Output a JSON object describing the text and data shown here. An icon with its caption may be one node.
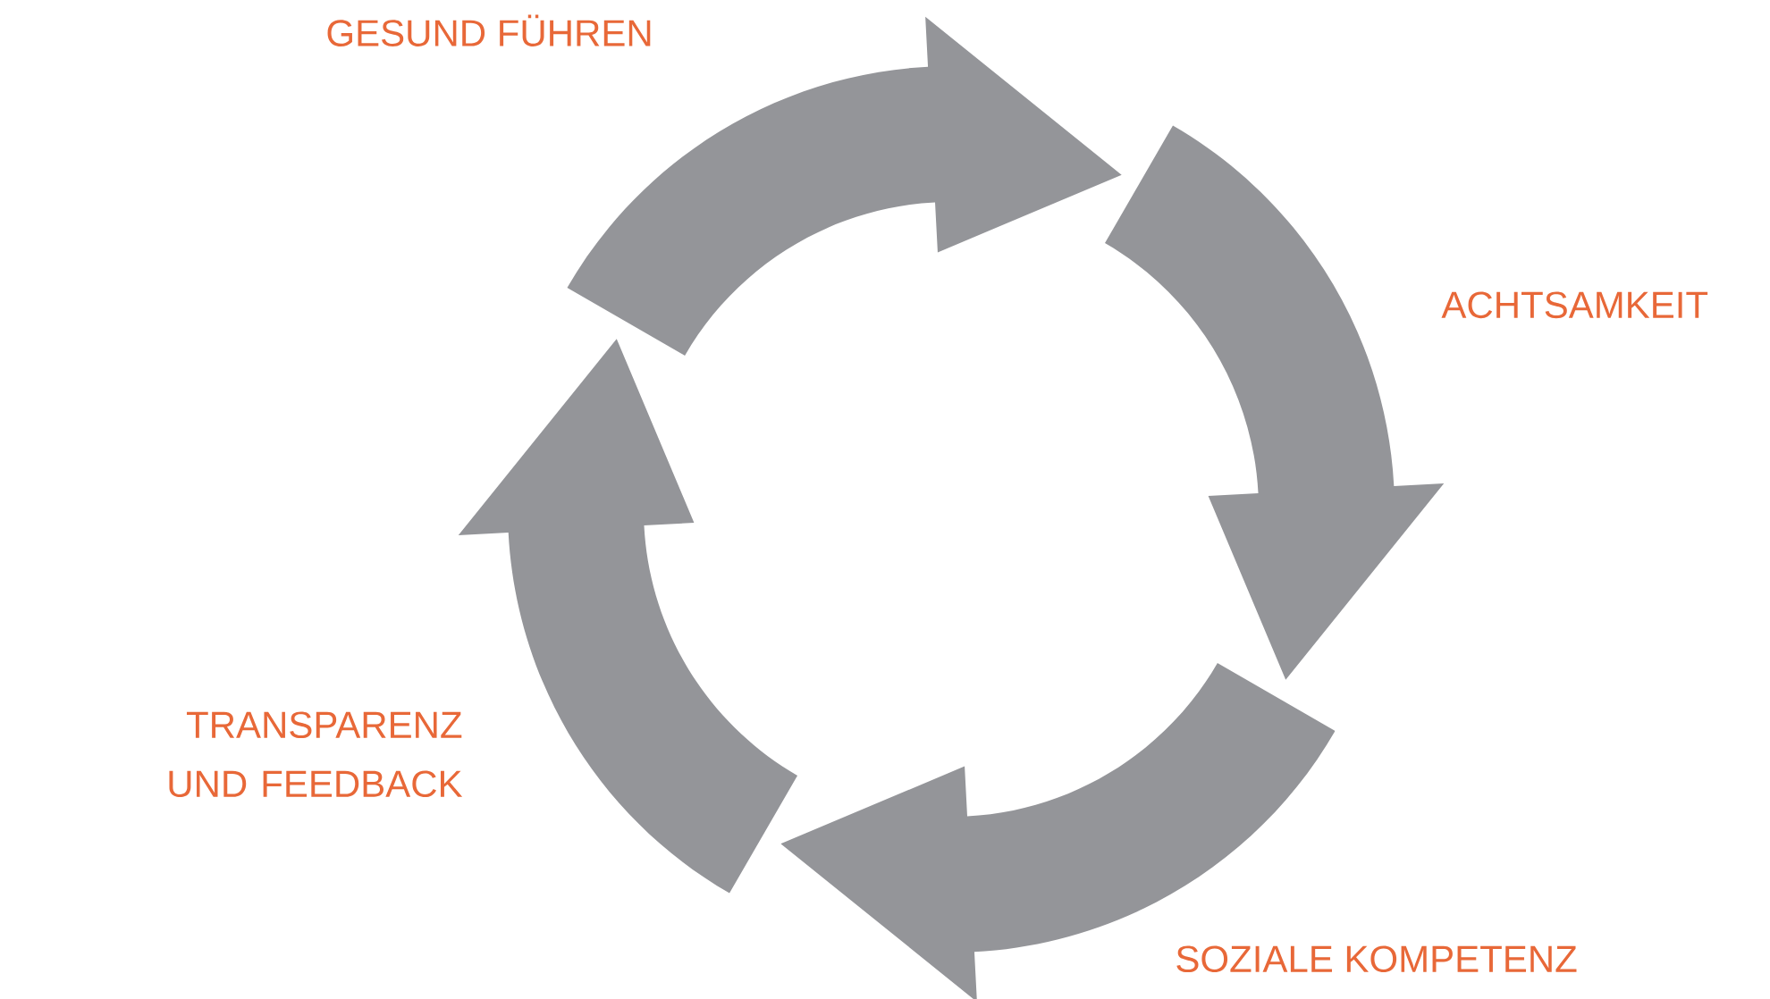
{
  "diagram": {
    "labels": [
      "GESUND FÜHREN",
      "ACHTSAMKEIT",
      "TRANSPARENZ UND FEEDBACK",
      "SOZIALE KOMPETENZ"
    ]
  }
}
